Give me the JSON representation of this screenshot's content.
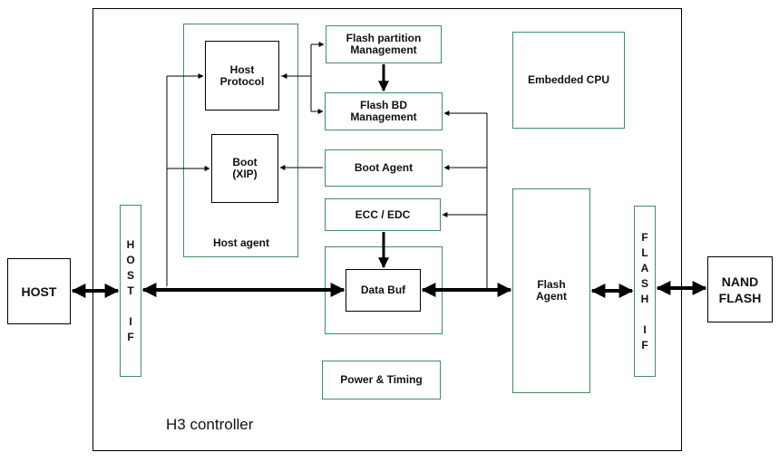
{
  "controller": {
    "title": "H3 controller"
  },
  "blocks": {
    "host": "HOST",
    "nand_flash_line1": "NAND",
    "nand_flash_line2": "FLASH",
    "host_protocol_line1": "Host",
    "host_protocol_line2": "Protocol",
    "boot_xip_line1": "Boot",
    "boot_xip_line2": "(XIP)",
    "host_agent": "Host agent",
    "flash_partition_line1": "Flash partition",
    "flash_partition_line2": "Management",
    "flash_bd_line1": "Flash BD",
    "flash_bd_line2": "Management",
    "embedded_cpu": "Embedded CPU",
    "boot_agent": "Boot Agent",
    "ecc_edc": "ECC / EDC",
    "data_buf": "Data Buf",
    "flash_agent_line1": "Flash",
    "flash_agent_line2": "Agent",
    "power_timing": "Power & Timing",
    "host_if_letters": [
      "H",
      "O",
      "S",
      "T",
      "",
      "I",
      "F"
    ],
    "flash_if_letters": [
      "F",
      "L",
      "A",
      "S",
      "H",
      "",
      "I",
      "F"
    ]
  },
  "colors": {
    "outline_black": "#000000",
    "outline_green": "#3f8f5f"
  }
}
